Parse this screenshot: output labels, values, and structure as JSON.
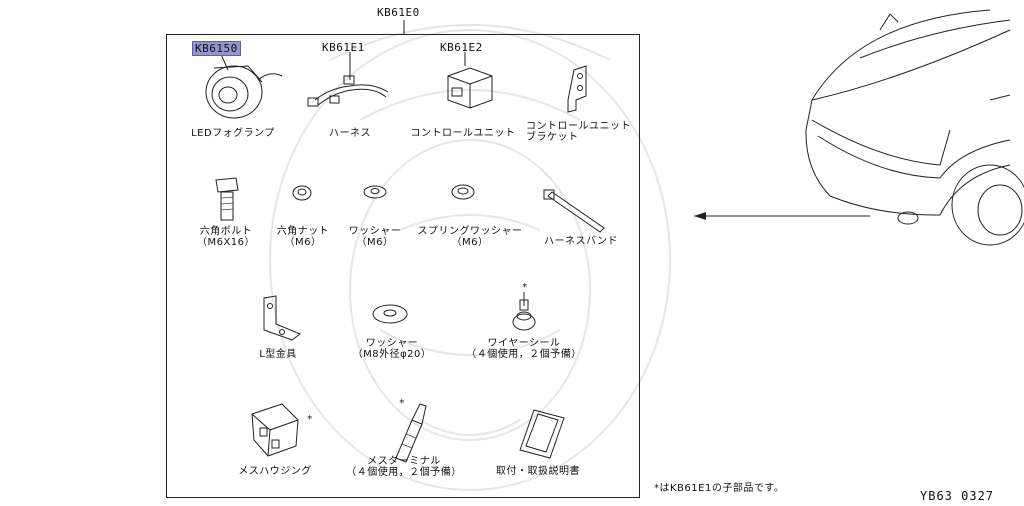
{
  "assembly_number": "KB61E0",
  "parts": [
    {
      "key": "lamp",
      "number": "KB6150",
      "name": "LEDフォグランプ",
      "highlighted": true
    },
    {
      "key": "harness",
      "number": "KB61E1",
      "name": "ハーネス"
    },
    {
      "key": "control_unit",
      "number": "KB61E2",
      "name": "コントロールユニット"
    },
    {
      "key": "bracket",
      "name_line1": "コントロールユニット",
      "name_line2": "ブラケット"
    },
    {
      "key": "bolt",
      "name_line1": "六角ボルト",
      "name_line2": "（M6X16）"
    },
    {
      "key": "nut",
      "name_line1": "六角ナット",
      "name_line2": "（M6）"
    },
    {
      "key": "washer",
      "name_line1": "ワッシャー",
      "name_line2": "（M6）"
    },
    {
      "key": "spring_washer",
      "name_line1": "スプリングワッシャー",
      "name_line2": "（M6）"
    },
    {
      "key": "band",
      "name": "ハーネスバンド"
    },
    {
      "key": "l_bracket",
      "name": "L型金具"
    },
    {
      "key": "washer_large",
      "name_line1": "ワッシャー",
      "name_line2": "（M8外径φ20）"
    },
    {
      "key": "wire_seal",
      "name_line1": "ワイヤーシール",
      "name_line2": "（４個使用，２個予備）",
      "mark": "*"
    },
    {
      "key": "housing",
      "name": "メスハウジング",
      "mark": "*"
    },
    {
      "key": "terminal",
      "name_line1": "メスターミナル",
      "name_line2": "（４個使用，２個予備）",
      "mark": "*"
    },
    {
      "key": "manual",
      "name": "取付・取扱説明書"
    }
  ],
  "footnote": "*はKB61E1の子部品です。",
  "drawing_code": "YB63 0327",
  "colors": {
    "highlight": "#8e96cf",
    "line": "#222222",
    "watermark": "#e6e6e6"
  }
}
